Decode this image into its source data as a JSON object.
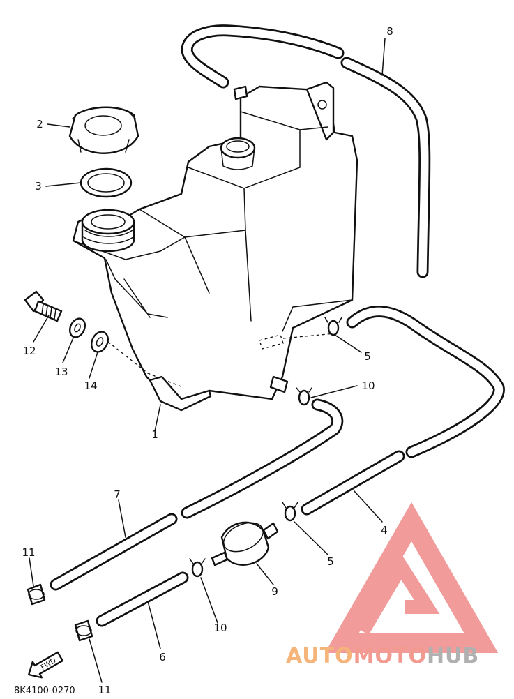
{
  "callouts": [
    {
      "id": "1",
      "label": "1"
    },
    {
      "id": "2",
      "label": "2"
    },
    {
      "id": "3",
      "label": "3"
    },
    {
      "id": "4",
      "label": "4"
    },
    {
      "id": "5a",
      "label": "5"
    },
    {
      "id": "5b",
      "label": "5"
    },
    {
      "id": "6",
      "label": "6"
    },
    {
      "id": "7",
      "label": "7"
    },
    {
      "id": "8",
      "label": "8"
    },
    {
      "id": "9",
      "label": "9"
    },
    {
      "id": "10a",
      "label": "10"
    },
    {
      "id": "10b",
      "label": "10"
    },
    {
      "id": "11a",
      "label": "11"
    },
    {
      "id": "11b",
      "label": "11"
    },
    {
      "id": "12",
      "label": "12"
    },
    {
      "id": "13",
      "label": "13"
    },
    {
      "id": "14",
      "label": "14"
    }
  ],
  "direction_arrow": "FWD",
  "reference_code": "8K4100-0270",
  "watermark": {
    "part1": "AUTO",
    "part2": "MOTO",
    "part3": "HUB",
    "color1": "#f5b47a",
    "color2": "#f29a90",
    "color3": "#b0b0b0",
    "logo_color": "#f08a8a"
  }
}
